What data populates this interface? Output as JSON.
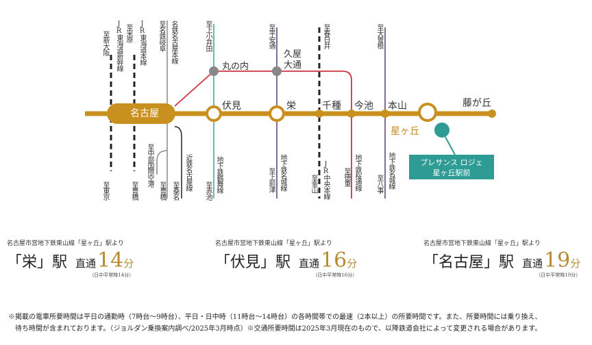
{
  "map": {
    "stations": {
      "nagoya": "名古屋",
      "fushimi": "伏見",
      "sakae": "栄",
      "chikusa": "千種",
      "imaike": "今池",
      "motoyama": "本山",
      "hoshigaoka": "星ヶ丘",
      "fujigaoka": "藤が丘",
      "marunouchi": "丸の内",
      "hisaya": [
        "久屋",
        "大通"
      ]
    },
    "top_labels": [
      "至新大阪",
      "JR東海道新幹線",
      "至米原",
      "JR東海道本線",
      "至名鉄岐阜",
      "名鉄名古屋本線",
      "至上小井田",
      "至平安通",
      "至春日井",
      "至大曽根"
    ],
    "bottom_labels": [
      "至東京",
      "至豊橋",
      "至中部国際空港",
      "至豊橋",
      "至桑名",
      "近鉄名古屋線",
      "地下鉄鶴舞線",
      "至赤池",
      "地下鉄名城線",
      "至上前津",
      "JR中央本線",
      "至金山",
      "地下鉄桜通線",
      "至徳重",
      "地下鉄名城線",
      "至八事"
    ],
    "property": [
      "プレサンス ロジェ",
      "星ヶ丘駅前"
    ],
    "colors": {
      "higashiyama": "#c8901e",
      "tsurumai": "#2ba6a0",
      "meijo": "#5b3a6b",
      "sakuradori": "#d0333f",
      "jr": "#222222",
      "meitetsu": "#888888",
      "property": "#2e9b94"
    }
  },
  "access": [
    {
      "caption": "名古屋市営地下鉄東山線「星ヶ丘」駅より",
      "station": "「栄」駅",
      "direct": "直通",
      "minutes": "14",
      "unit": "分",
      "note": "（日中平常時14分）"
    },
    {
      "caption": "名古屋市営地下鉄東山線「星ヶ丘」駅より",
      "station": "「伏見」駅",
      "direct": "直通",
      "minutes": "16",
      "unit": "分",
      "note": "（日中平常時16分）"
    },
    {
      "caption": "名古屋市営地下鉄東山線「星ヶ丘」駅より",
      "station": "「名古屋」駅",
      "direct": "直通",
      "minutes": "19",
      "unit": "分",
      "note": "（日中平常時19分）"
    }
  ],
  "notes": [
    "※掲載の電車所要時間は平日の通勤時（7時台～9時台）、平日・日中時（11時台～14時台）の各時間帯での最速（2本以上）の所要時間です。また、所要時間には乗り換え、",
    "待ち時間が含まれております。（ジョルダン乗換案内調べ/2025年3月時点）※交通所要時間は2025年3月現在のもので、以降鉄道会社によって変更される場合があります。"
  ]
}
